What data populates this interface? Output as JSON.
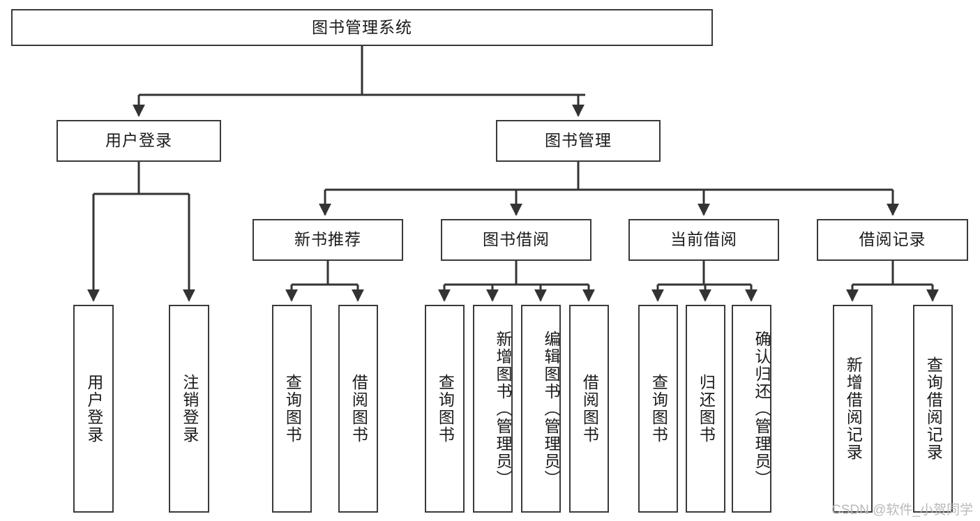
{
  "diagram": {
    "type": "tree",
    "title": "图书管理系统",
    "watermark": "CSDN @软件_小贺同学",
    "colors": {
      "box_border": "#3a3a3a",
      "box_fill": "#ffffff",
      "connector": "#333333",
      "text": "#1a1a1a",
      "watermark": "#b9b9b9",
      "background": "#ffffff"
    },
    "levels": {
      "root": {
        "label": "图书管理系统"
      },
      "level2": [
        {
          "label": "用户登录"
        },
        {
          "label": "图书管理"
        }
      ],
      "level3": [
        {
          "label": "新书推荐"
        },
        {
          "label": "图书借阅"
        },
        {
          "label": "当前借阅"
        },
        {
          "label": "借阅记录"
        }
      ]
    },
    "leaves": {
      "user_login": [
        {
          "label": "用户登录"
        },
        {
          "label": "注销登录"
        }
      ],
      "new_book_recommend": [
        {
          "label": "查询图书"
        },
        {
          "label": "借阅图书"
        }
      ],
      "book_borrow": [
        {
          "label": "查询图书"
        },
        {
          "label": "新增图书（管理员）"
        },
        {
          "label": "编辑图书（管理员）"
        },
        {
          "label": "借阅图书"
        }
      ],
      "current_borrow": [
        {
          "label": "查询图书"
        },
        {
          "label": "归还图书"
        },
        {
          "label": "确认归还（管理员）"
        }
      ],
      "borrow_record": [
        {
          "label": "新增借阅记录"
        },
        {
          "label": "查询借阅记录"
        }
      ]
    }
  }
}
